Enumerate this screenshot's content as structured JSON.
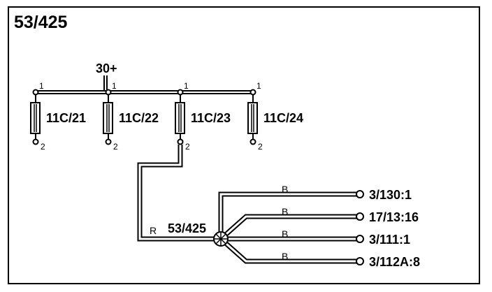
{
  "diagram": {
    "title": "53/425",
    "power_label": "30+",
    "fuses": [
      {
        "label": "11C/21",
        "pin_top": "1",
        "pin_bottom": "2"
      },
      {
        "label": "11C/22",
        "pin_top": "1",
        "pin_bottom": "2"
      },
      {
        "label": "11C/23",
        "pin_top": "1",
        "pin_bottom": "2"
      },
      {
        "label": "11C/24",
        "pin_top": "1",
        "pin_bottom": "2"
      }
    ],
    "splice_label": "53/425",
    "feed_wire_color": "R",
    "outputs": [
      {
        "wire_color": "B",
        "terminal": "3/130:1"
      },
      {
        "wire_color": "B",
        "terminal": "17/13:16"
      },
      {
        "wire_color": "B",
        "terminal": "3/111:1"
      },
      {
        "wire_color": "B",
        "terminal": "3/112A:8"
      }
    ]
  }
}
